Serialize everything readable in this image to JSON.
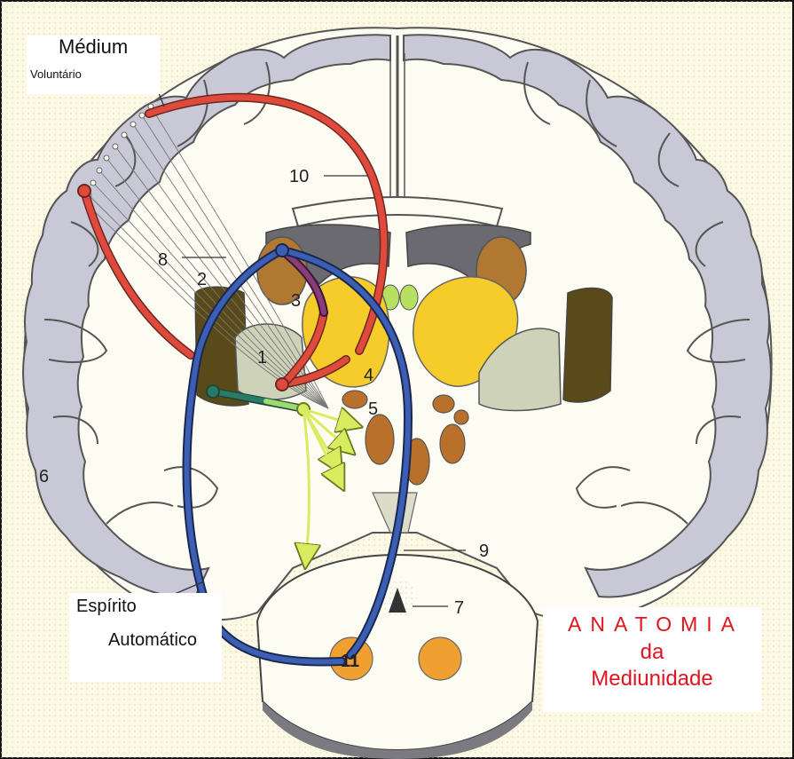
{
  "labels": {
    "medium": "Médium",
    "voluntario": "Voluntário",
    "espirito": "Espírito",
    "automatico": "Automático"
  },
  "title": {
    "line1": "ANATOMIA",
    "line2": "da",
    "line3": "Mediunidade"
  },
  "numbers": [
    "1",
    "2",
    "3",
    "4",
    "5",
    "6",
    "7",
    "8",
    "9",
    "10",
    "11"
  ],
  "colors": {
    "background": "#fbf8e4",
    "cortex": "#c8c8d4",
    "cortex_outline": "#555555",
    "red_pathway": "#e04a3c",
    "blue_pathway": "#3c5fb4",
    "purple_pathway": "#8a3c78",
    "yellow_nucleus": "#f6cc2a",
    "brown_nucleus": "#b8702a",
    "dark_olive": "#5a4a1a",
    "green_pathway": "#c8e050",
    "title_text": "#e0141e"
  }
}
